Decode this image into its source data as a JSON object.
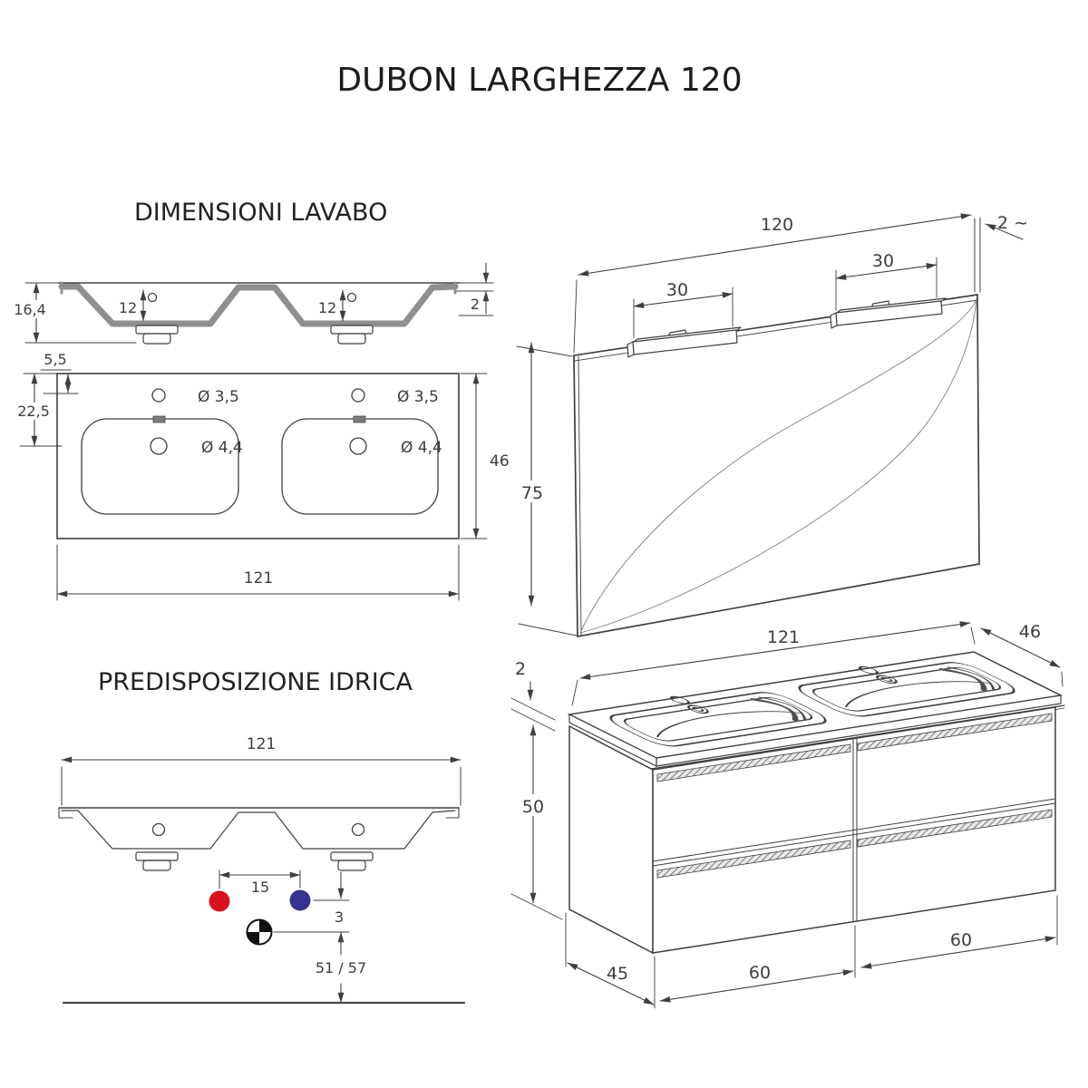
{
  "title": "DUBON LARGHEZZA 120",
  "colors": {
    "hot": "#d8131f",
    "cold": "#37318f",
    "line": "#3f3f3f",
    "profile_gray": "#8f8f8f"
  },
  "lavabo": {
    "heading": "DIMENSIONI LAVABO",
    "profile": {
      "total_height": "16,4",
      "basin_depth_left": "12",
      "basin_depth_right": "12",
      "edge_thickness": "2"
    },
    "plan": {
      "corner_offset": "5,5",
      "faucet_offset": "22,5",
      "faucet_hole_left": "Ø 3,5",
      "faucet_hole_right": "Ø 3,5",
      "drain_hole_left": "Ø 4,4",
      "drain_hole_right": "Ø 4,4",
      "depth": "46",
      "width": "121"
    }
  },
  "idrica": {
    "heading": "PREDISPOSIZIONE IDRICA",
    "width": "121",
    "hot_cold_spacing": "15",
    "drain_offset": "3",
    "supply_height": "51 / 57"
  },
  "mirror": {
    "width": "120",
    "light_spacing_left": "30",
    "light_spacing_right": "30",
    "thickness": "2 ~",
    "height": "75"
  },
  "base": {
    "width": "121",
    "depth": "46",
    "top_thickness": "2",
    "height": "50",
    "side_depth": "45",
    "module_left": "60",
    "module_right": "60"
  }
}
